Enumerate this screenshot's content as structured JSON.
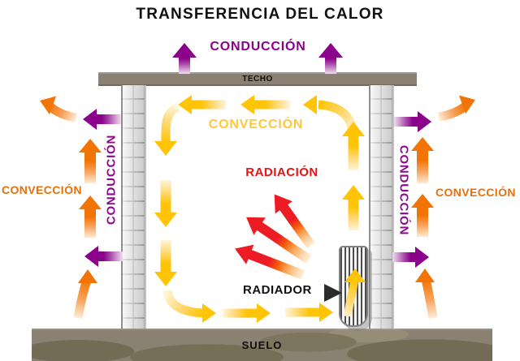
{
  "title": "TRANSFERENCIA DEL CALOR",
  "labels": {
    "conduction_top": "CONDUCCIÓN",
    "conduction_left_wall": "CONDUCCIÓN",
    "conduction_right_wall": "CONDUCCIÓN",
    "convection_interior": "CONVECCIÓN",
    "convection_left": "CONVECCIÓN",
    "convection_right": "CONVECCIÓN",
    "radiation": "RADIACIÓN",
    "radiator": "RADIADOR",
    "ceiling": "TECHO",
    "floor": "SUELO"
  },
  "colors": {
    "conduction_purple": "#8B018B",
    "convection_orange": "#F27405",
    "convection_yellow": "#FFC405",
    "radiation_red": "#ED1C24",
    "slab_brown": "#8A8172",
    "wall_gray": "#E0E0E0",
    "text_black": "#101010"
  },
  "mechanisms": [
    {
      "name": "Conducción",
      "color": "#8B018B",
      "where": "through ceiling and walls"
    },
    {
      "name": "Convección",
      "color": "#FFC405",
      "where": "air loop inside room"
    },
    {
      "name": "Convección",
      "color": "#F27405",
      "where": "air rising outside walls"
    },
    {
      "name": "Radiación",
      "color": "#ED1C24",
      "where": "rays from radiator"
    }
  ]
}
